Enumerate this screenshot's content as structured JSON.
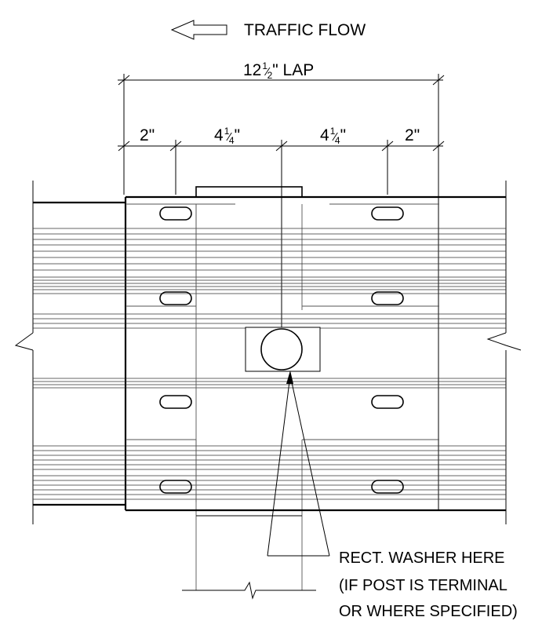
{
  "traffic_flow": {
    "label": "TRAFFIC FLOW",
    "arrow_icon": "arrow-left-outline-icon"
  },
  "dimensions": {
    "overall": {
      "whole": "12",
      "num": "1",
      "den": "2",
      "unit": "\" LAP"
    },
    "segments": [
      {
        "whole": "2",
        "num": "",
        "den": "",
        "unit": "\""
      },
      {
        "whole": "4",
        "num": "1",
        "den": "4",
        "unit": "\""
      },
      {
        "whole": "4",
        "num": "1",
        "den": "4",
        "unit": "\""
      },
      {
        "whole": "2",
        "num": "",
        "den": "",
        "unit": "\""
      }
    ]
  },
  "callout": {
    "line1": "RECT. WASHER HERE",
    "line2": "(IF POST IS TERMINAL",
    "line3": "OR WHERE SPECIFIED)"
  }
}
